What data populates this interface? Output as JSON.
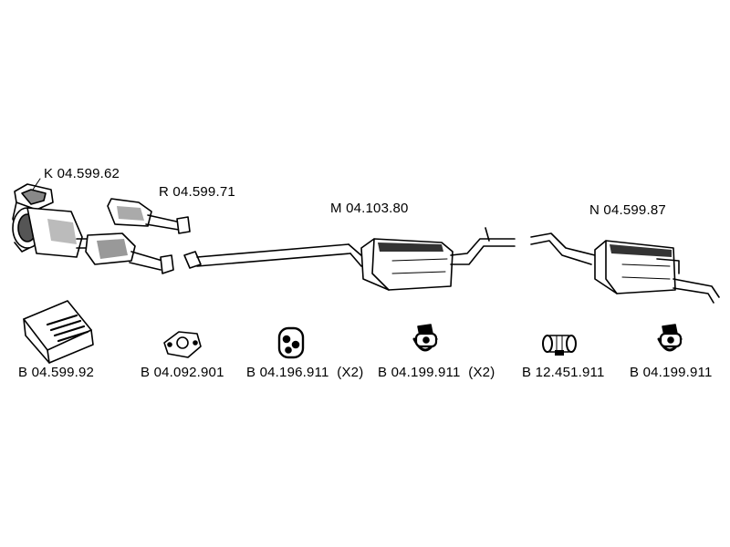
{
  "parts": {
    "k": "K 04.599.62",
    "r": "R 04.599.71",
    "m": "M 04.103.80",
    "n": "N 04.599.87"
  },
  "accessories": [
    "B 04.599.92",
    "B 04.092.901",
    "B 04.196.911  (X2)",
    "B 04.199.911  (X2)",
    "B 12.451.911",
    "B 04.199.911"
  ]
}
